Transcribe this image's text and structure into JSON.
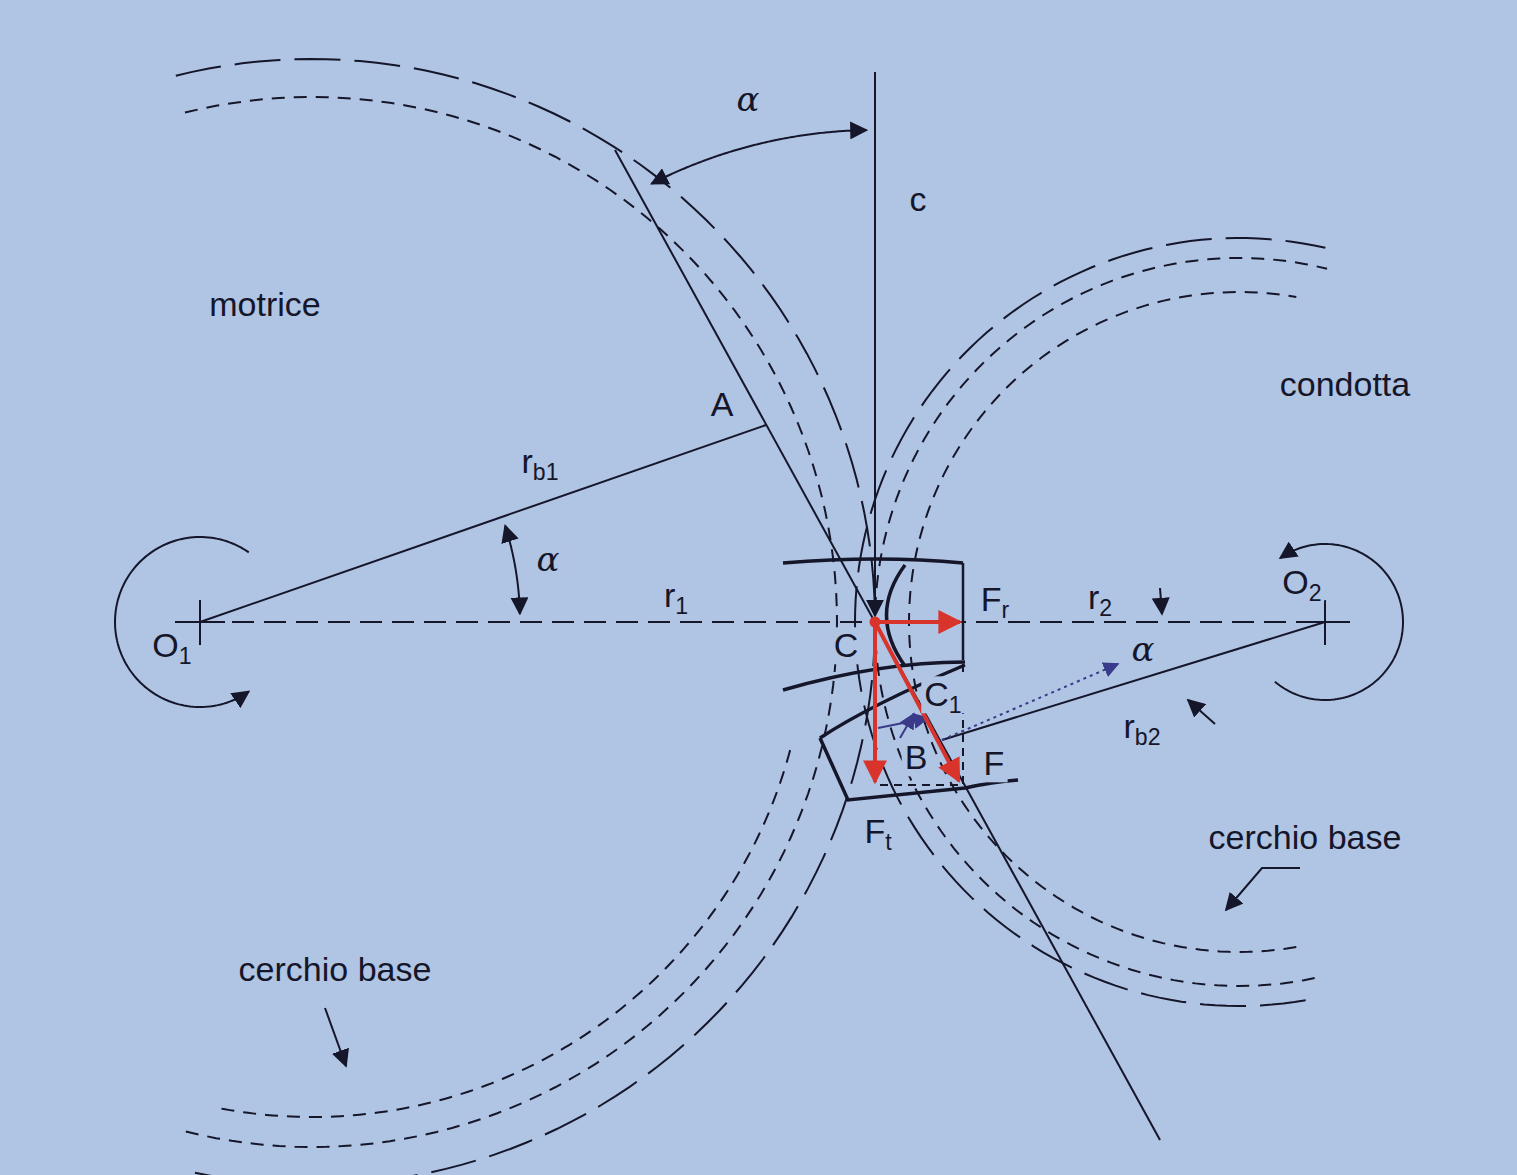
{
  "diagram": {
    "labels": [
      "α",
      "c",
      "motrice",
      "condotta",
      "A",
      "rb1",
      "α",
      "r1",
      "C",
      "Fr",
      "r2",
      "O2",
      "O1",
      "α",
      "C1",
      "B",
      "F",
      "rb2",
      "Ft",
      "cerchio base",
      "cerchio base"
    ]
  }
}
